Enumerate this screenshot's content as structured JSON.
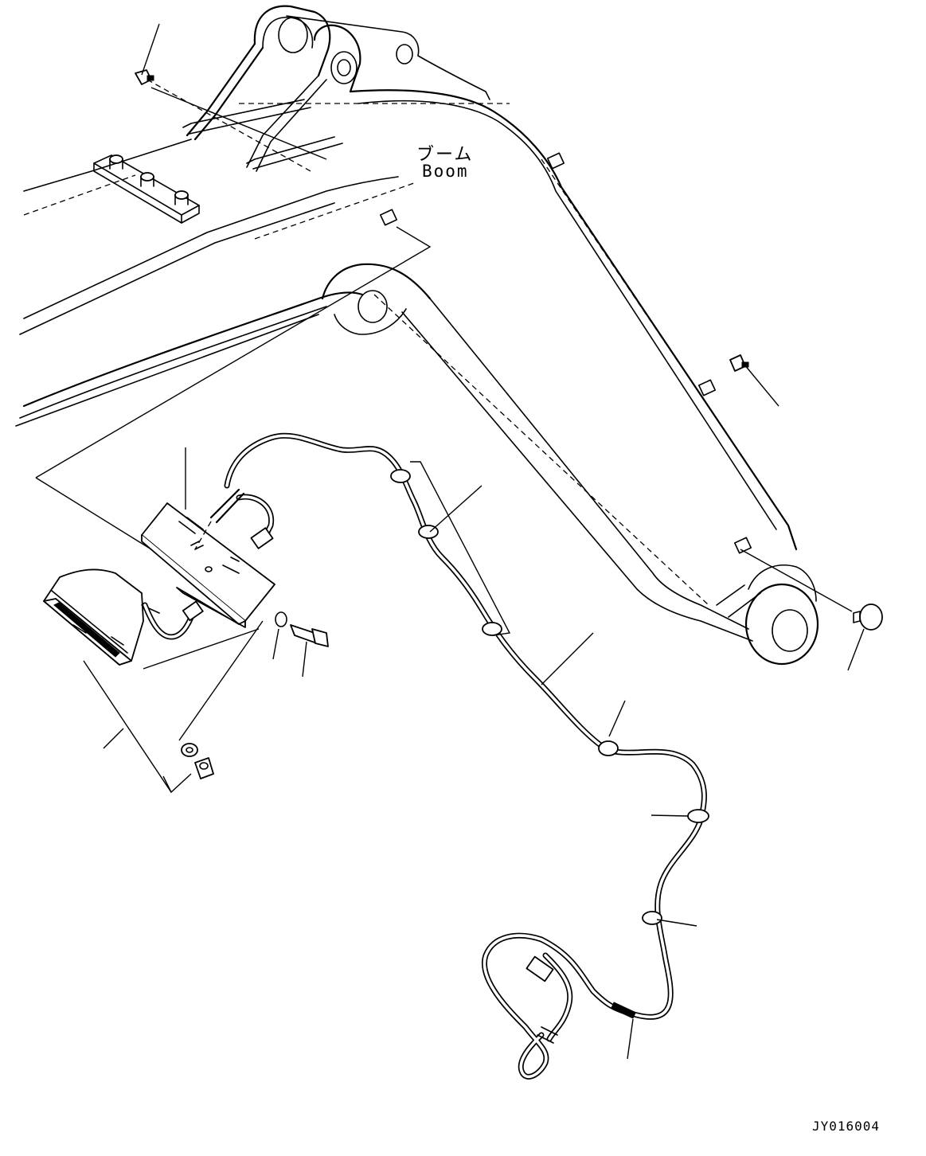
{
  "labels": {
    "boom_jp": "ブーム",
    "boom_en": "Boom",
    "drawing_code": "JY016004"
  }
}
